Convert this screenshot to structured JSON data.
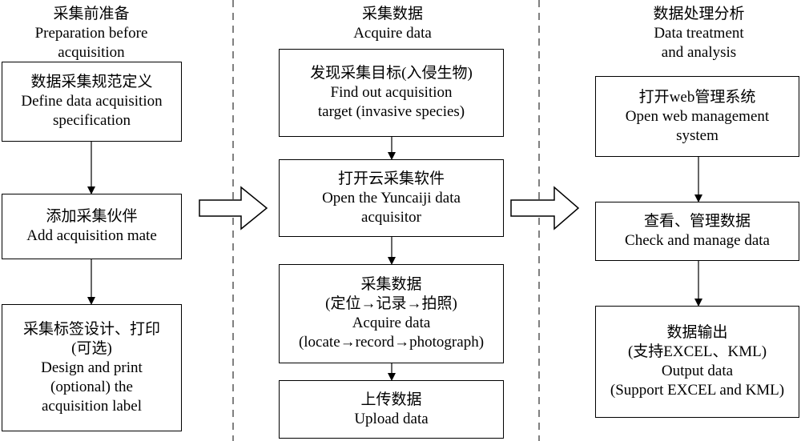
{
  "columns": [
    {
      "heading": [
        "采集前准备",
        "Preparation before",
        "acquisition"
      ],
      "steps": [
        [
          "数据采集规范定义",
          "Define data acquisition",
          "specification"
        ],
        [
          "添加采集伙伴",
          "Add acquisition mate"
        ],
        [
          "采集标签设计、打印",
          "(可选)",
          "Design and print",
          "(optional) the",
          "acquisition label"
        ]
      ]
    },
    {
      "heading": [
        "采集数据",
        "Acquire data"
      ],
      "steps": [
        [
          "发现采集目标(入侵生物)",
          "Find out acquisition",
          "target (invasive species)"
        ],
        [
          "打开云采集软件",
          "Open the Yuncaiji data",
          "acquisitor"
        ],
        [
          "采集数据",
          "(定位→记录→拍照)",
          "Acquire data",
          "(locate→record→photograph)"
        ],
        [
          "上传数据",
          "Upload data"
        ]
      ]
    },
    {
      "heading": [
        "数据处理分析",
        "Data treatment",
        "and analysis"
      ],
      "steps": [
        [
          "打开web管理系统",
          "Open web management",
          "system"
        ],
        [
          "查看、管理数据",
          "Check and manage data"
        ],
        [
          "数据输出",
          "(支持EXCEL、KML)",
          "Output data",
          "(Support EXCEL and KML)"
        ]
      ]
    }
  ]
}
